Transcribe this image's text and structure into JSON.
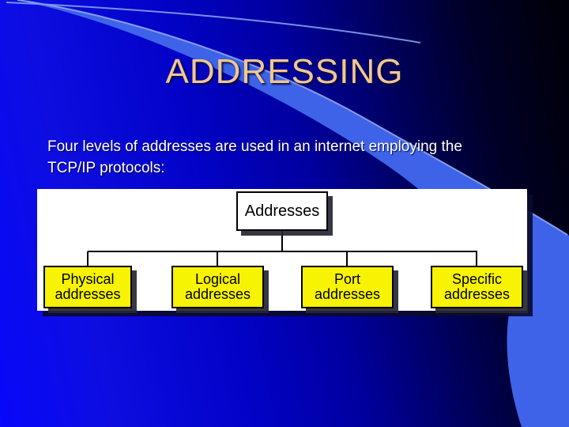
{
  "slide": {
    "title": "ADDRESSING",
    "body_text": "Four levels of addresses are used in an internet employing the TCP/IP protocols:"
  },
  "diagram": {
    "root": {
      "label": "Addresses"
    },
    "children": [
      {
        "line1": "Physical",
        "line2": "addresses"
      },
      {
        "line1": "Logical",
        "line2": "addresses"
      },
      {
        "line1": "Port",
        "line2": "addresses"
      },
      {
        "line1": "Specific",
        "line2": "addresses"
      }
    ]
  },
  "colors": {
    "title_text": "#f1c78e",
    "body_text": "#ffffff",
    "bg_bright": "#0808fa",
    "bg_dark": "#000006",
    "swoosh_fill": "#3e63e8",
    "swoosh_highlight": "#8ea6f0",
    "panel_bg": "#ffffff",
    "root_node_fill": "#ffffff",
    "child_node_fill": "#f7f303"
  }
}
